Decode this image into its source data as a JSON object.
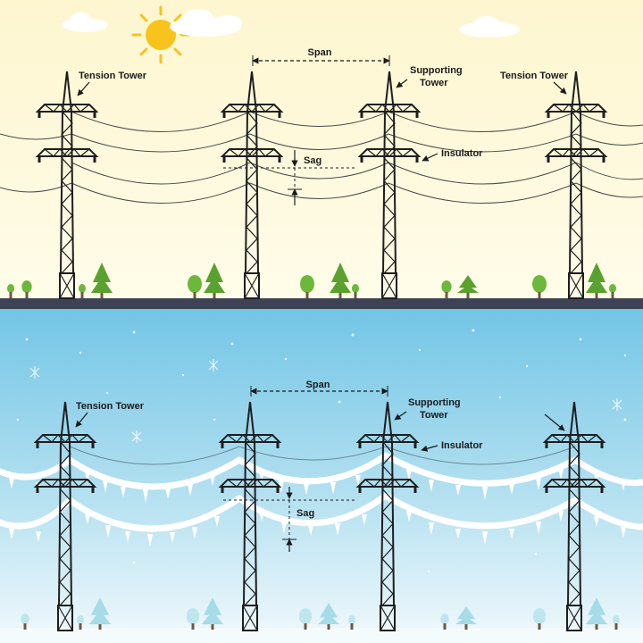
{
  "summer": {
    "labels": {
      "tension_tower_left": "Tension Tower",
      "tension_tower_right": "Tension Tower",
      "span": "Span",
      "supporting_tower_line1": "Supporting",
      "supporting_tower_line2": "Tower",
      "insulator": "Insulator",
      "sag": "Sag"
    },
    "colors": {
      "sky_top": "#fdf7d2",
      "sky_bottom": "#fffbe6",
      "ground": "#3d4354",
      "sun": "#f7c31c",
      "tree": "#6bb83a"
    }
  },
  "winter": {
    "labels": {
      "tension_tower_left": "Tension Tower",
      "span": "Span",
      "supporting_tower_line1": "Supporting",
      "supporting_tower_line2": "Tower",
      "insulator": "Insulator",
      "sag": "Sag"
    },
    "colors": {
      "sky_top": "#74c6e6",
      "sky_bottom": "#e9f6fb",
      "ice": "#ffffff",
      "tree": "#bfe6ef"
    }
  },
  "colors": {
    "tower": "#1e1e1e",
    "wire": "#4a4a4a",
    "text": "#1b1b1b"
  },
  "icons": [
    "sun-icon",
    "cloud-icon",
    "tree-icon",
    "snowflake-icon",
    "arrow-icon"
  ]
}
